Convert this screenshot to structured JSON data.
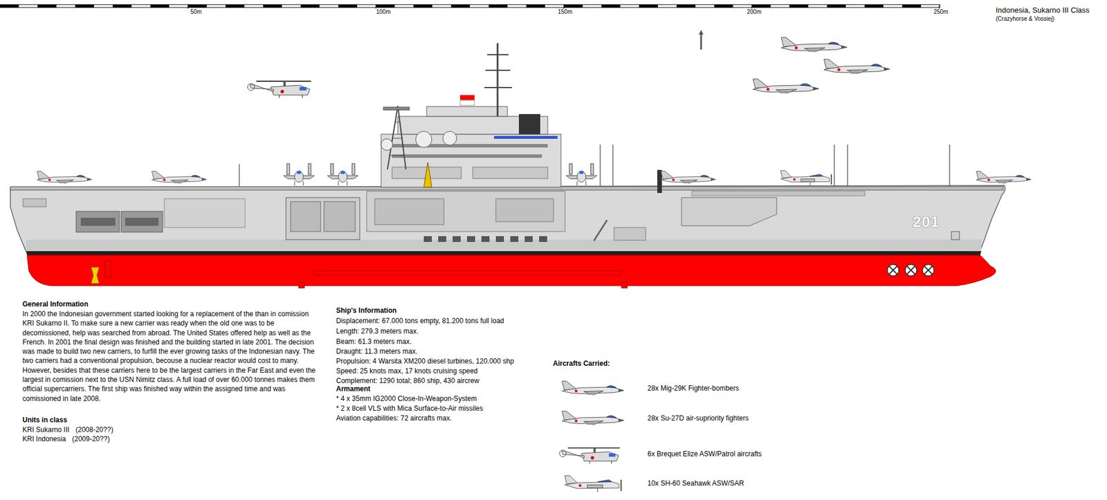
{
  "diagram": {
    "title": "Indonesia, Sukarno III Class",
    "labels": [
      "50m",
      "100m",
      "150m",
      "200m",
      "250m",
      "(Crazyhorse & Vossiej)",
      "201",
      "General Information",
      "In 2000 the Indonesian government started looking for a replacement of the than in comission KRI Sukarno II. To make sure a new carrier was ready when the old one was to be decomissioned, help was searched from abroad. The United States offered help as well as the French. In 2001 the final design was finished and the building started in late 2001. The decision was made to build two new carriers, to furfill the ever growing tasks of the Indonesian navy. The two carriers had a conventional propulsion, becouse a nuclear reactor would cost to many. However, besides that these carriers here to be the largest carriers in the Far East and even the largest in comission next to the USN Nimitz class. A full load of over 60.000 tonnes makes them official supercarriers. The first ship was finished way within the assigned time and was comissioned in late 2008.",
      "Units in class",
      "KRI Sukarno III",
      "(2008-20??)",
      "KRI Indonesia",
      "(2009-20??)",
      "Ship's Information",
      "Displacement: 67.000 tons empty, 81.200 tons full load",
      "Length: 279.3 meters max.",
      "Beam: 61.3 meters max.",
      "Draught: 11.3 meters max.",
      "Propulsion: 4 Warsita XM200 diesel turbines, 120.000 shp",
      "Speed: 25 knots max, 17 knots cruising speed",
      "Complement: 1290 total; 860 ship, 430 aircrew",
      "Armament",
      "* 4 x 35mm IG2000 Close-In-Weapon-System",
      "* 2 x 8cell VLS with Mica Surface-to-Air missiles",
      "Aviation capabilities: 72 aircrafts max.",
      "Aircrafts Carried:"
    ],
    "legend": [
      {
        "text": "28x Mig-29K Fighter-bombers"
      },
      {
        "text": "28x Su-27D air-supriority fighters"
      },
      {
        "text": "6x Brequet Elize ASW/Patrol aircrafts"
      },
      {
        "text": "10x SH-60 Seahawk ASW/SAR"
      }
    ]
  }
}
